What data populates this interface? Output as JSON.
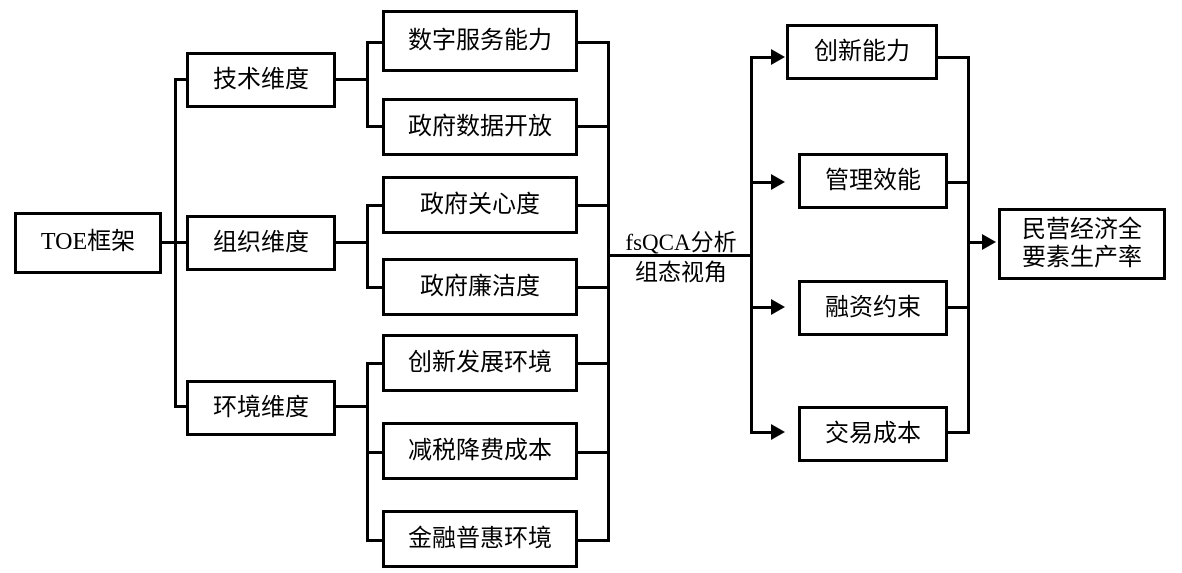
{
  "root": "TOE框架",
  "dimensions": [
    "技术维度",
    "组织维度",
    "环境维度"
  ],
  "factors": {
    "tech": [
      "数字服务能力",
      "政府数据开放"
    ],
    "org": [
      "政府关心度",
      "政府廉洁度"
    ],
    "env": [
      "创新发展环境",
      "减税降费成本",
      "金融普惠环境"
    ]
  },
  "center": {
    "line1": "fsQCA分析",
    "line2": "组态视角"
  },
  "outcomes": [
    "创新能力",
    "管理效能",
    "融资约束",
    "交易成本"
  ],
  "final": {
    "line1": "民营经济全",
    "line2": "要素生产率"
  }
}
